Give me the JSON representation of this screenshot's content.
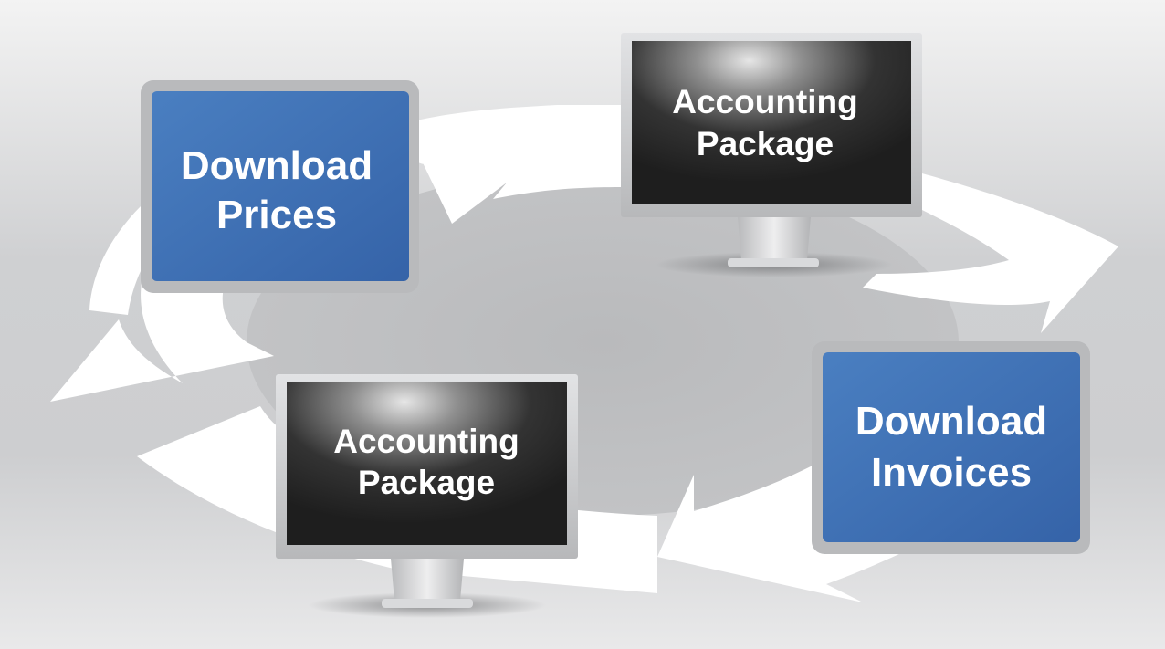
{
  "nodes": {
    "download_prices": {
      "line1": "Download",
      "line2": "Prices"
    },
    "accounting_top": {
      "line1": "Accounting",
      "line2": "Package"
    },
    "download_invoices": {
      "line1": "Download",
      "line2": "Invoices"
    },
    "accounting_bottom": {
      "line1": "Accounting",
      "line2": "Package"
    }
  },
  "colors": {
    "blue_box": "#3c6fb2",
    "screen_dark": "#222222",
    "arrow": "#ffffff",
    "bezel": "#c9cacc"
  }
}
